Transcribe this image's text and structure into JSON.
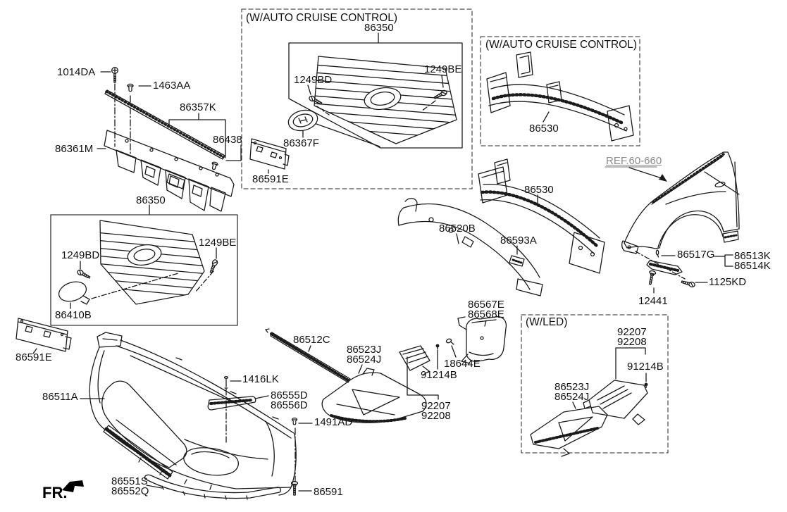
{
  "colors": {
    "line": "#1a1a1a",
    "box_border": "#555555",
    "ref_text": "#8c8c8c"
  },
  "boxes": {
    "acc_grille_title": "(W/AUTO CRUISE CONTROL)",
    "acc_beam_title": "(W/AUTO CRUISE CONTROL)",
    "led_title": "(W/LED)"
  },
  "labels": {
    "l1014da": "1014DA",
    "l1463aa": "1463AA",
    "l86357k": "86357K",
    "l86438": "86438",
    "l86361m": "86361M",
    "l86350_main": "86350",
    "l1249bd_a": "1249BD",
    "l1249be_a": "1249BE",
    "l86410b": "86410B",
    "l86591e_a": "86591E",
    "l86350_b": "86350",
    "l1249bd_b": "1249BD",
    "l1249be_b": "1249BE",
    "l86367f": "86367F",
    "l86591e_b": "86591E",
    "l86530_b": "86530",
    "lref": "REF.60-660",
    "l86530_c": "86530",
    "l86520b": "86520B",
    "l86593a": "86593A",
    "l86517g": "86517G",
    "l86513k": "86513K",
    "l86514k": "86514K",
    "l1125kd": "1125KD",
    "l12441": "12441",
    "l86567e": "86567E",
    "l86568e": "86568E",
    "l18644e": "18644E",
    "l91214b_a": "91214B",
    "l92207_a": "92207",
    "l92208_a": "92208",
    "l86512c": "86512C",
    "l86523j_a": "86523J",
    "l86524j_a": "86524J",
    "l92207_b": "92207",
    "l92208_b": "92208",
    "l91214b_b": "91214B",
    "l86523j_b": "86523J",
    "l86524j_b": "86524J",
    "l86511a": "86511A",
    "l1416lk": "1416LK",
    "l86555d": "86555D",
    "l86556d": "86556D",
    "l1491ad": "1491AD",
    "l86551s": "86551S",
    "l86552q": "86552Q",
    "l86591": "86591",
    "fr": "FR."
  }
}
